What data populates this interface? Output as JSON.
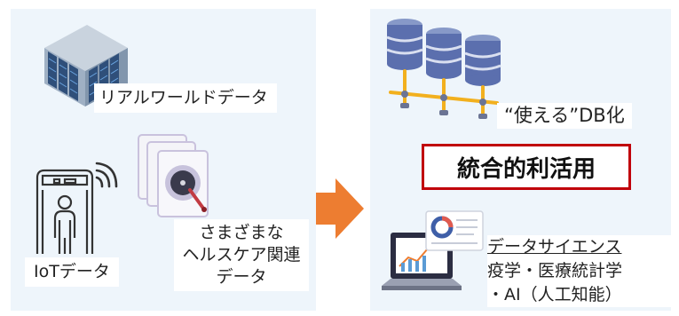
{
  "left": {
    "real_world_label": "リアルワールドデータ",
    "iot_label": "IoTデータ",
    "healthcare_lines": [
      "さまざまな",
      "ヘルスケア関連",
      "データ"
    ]
  },
  "right": {
    "db_label": "“使える”DB化",
    "highlight": "統合的利活用",
    "ds_title": "データサイエンス",
    "ds_lines": [
      "疫学・医療統計学",
      "・AI（人工知能）"
    ]
  },
  "colors": {
    "panel": "#eef5fb",
    "arrow": "#ed7d31",
    "highlight_border": "#c0000b",
    "server_blue": "#5b6fae",
    "pipe_gold": "#f2b01e"
  },
  "icons": [
    "server-rack-icon",
    "iot-booth-icon",
    "wifi-signal-icon",
    "hard-drive-stack-icon",
    "database-cluster-icon",
    "laptop-dashboard-icon",
    "arrow-right-icon"
  ]
}
